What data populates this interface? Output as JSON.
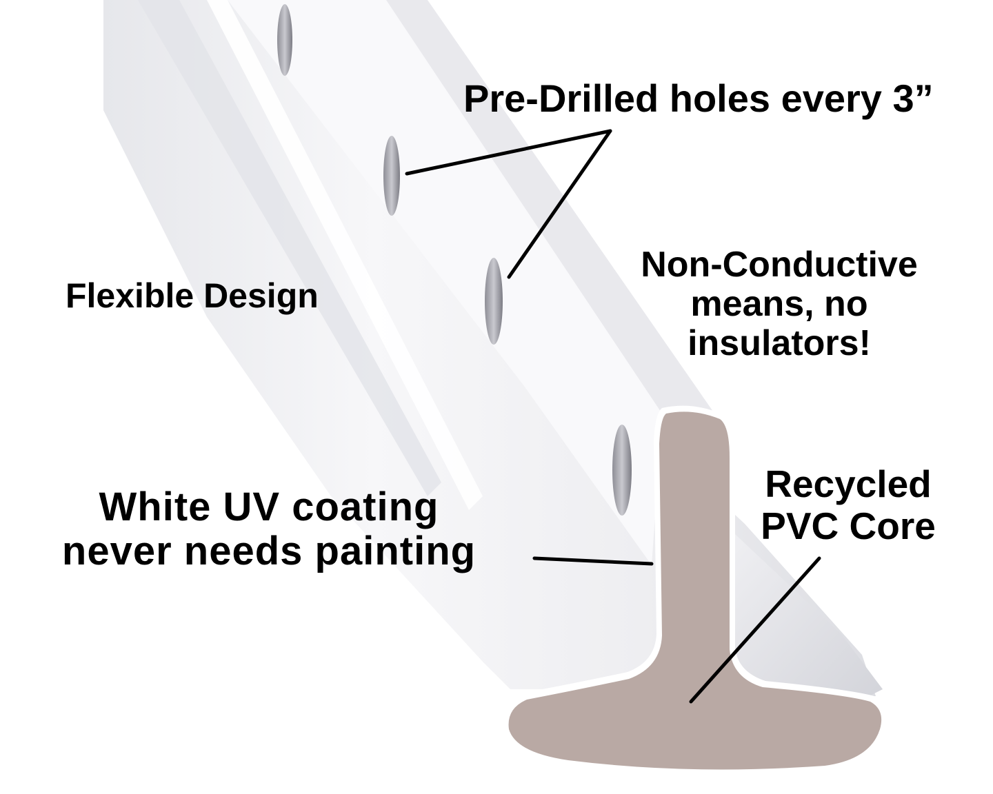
{
  "labels": {
    "pre_drilled": "Pre-Drilled holes every 3”",
    "flexible": "Flexible Design",
    "non_conductive": {
      "line1": "Non-Conductive",
      "line2": "means, no",
      "line3": "insulators!"
    },
    "uv_coating": {
      "line1": "White UV coating",
      "line2": "never needs painting"
    },
    "recycled": {
      "line1": "Recycled",
      "line2": "PVC Core"
    }
  },
  "colors": {
    "background": "#ffffff",
    "post_white": "#f4f4f6",
    "post_shadow": "#d9dadf",
    "core_tan": "#b9a9a4",
    "hole_gray": "#a8a8ae",
    "text": "#000000",
    "leader_line": "#000000"
  }
}
